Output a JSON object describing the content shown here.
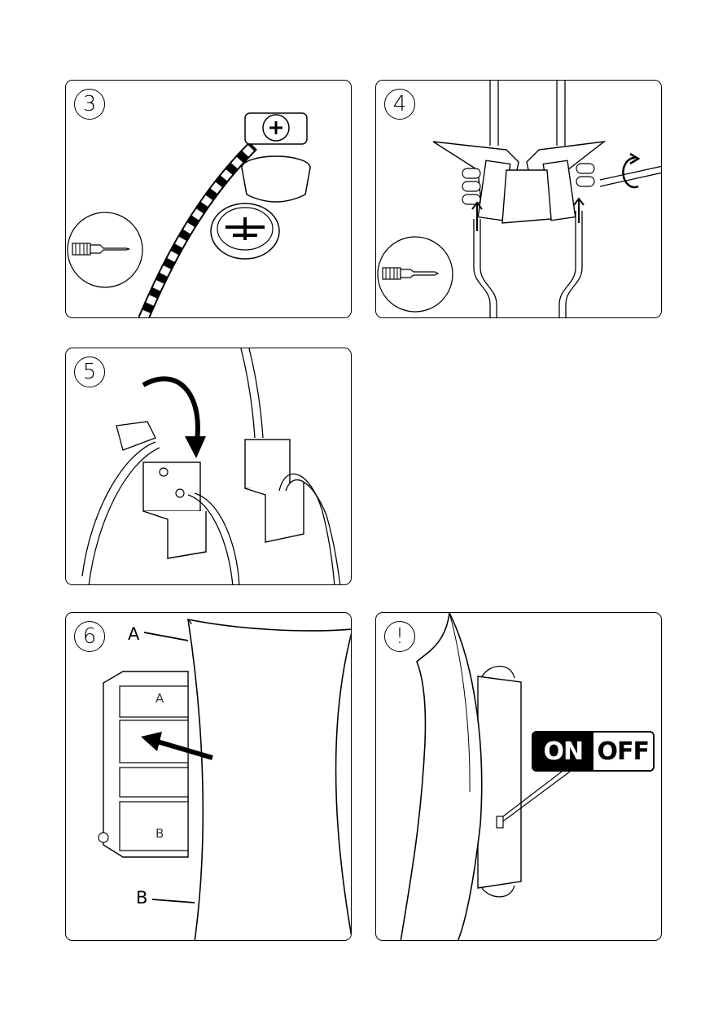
{
  "steps": {
    "step3": {
      "number": "3"
    },
    "step4": {
      "number": "4"
    },
    "step5": {
      "number": "5"
    },
    "step6": {
      "number": "6",
      "label_a": "A",
      "label_b": "B",
      "slot_a": "A",
      "slot_b": "B"
    },
    "stepwarn": {
      "number": "!",
      "switch_on": "ON",
      "switch_off": "OFF"
    }
  },
  "icons": [
    "screwdriver-icon",
    "rotate-arrow-icon",
    "curved-arrow-icon",
    "push-arrow-icon"
  ]
}
